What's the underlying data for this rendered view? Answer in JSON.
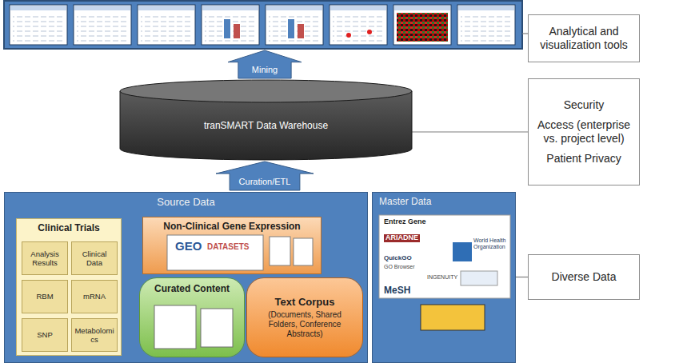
{
  "diagram": {
    "nodes": [
      {
        "text": [
          "Mining"
        ]
      },
      {
        "text": [
          "Analytical and visualization tools"
        ]
      },
      {
        "text": [
          "tranSMART Data Warehouse"
        ]
      },
      {
        "text": [
          "Security",
          "Access (enterprise vs. project level)",
          "Patient Privacy"
        ]
      },
      {
        "text": [
          "Curation/ETL"
        ]
      },
      {
        "text": [
          "Source Data"
        ]
      },
      {
        "text": [
          "Clinical Trials"
        ],
        "in": 5
      },
      {
        "text": [
          "Analysis Results"
        ],
        "in": 6
      },
      {
        "text": [
          "Clinical Data"
        ],
        "in": 6
      },
      {
        "text": [
          "RBM"
        ],
        "in": 6
      },
      {
        "text": [
          "mRNA"
        ],
        "in": 6
      },
      {
        "text": [
          "SNP"
        ],
        "in": 6
      },
      {
        "text": [
          "Metabolomics"
        ],
        "in": 6
      },
      {
        "text": [
          "Non-Clinical Gene Expression"
        ],
        "in": 5
      },
      {
        "text": [
          "Curated Content"
        ],
        "in": 5
      },
      {
        "text": [
          "Text Corpus",
          "(Documents, Shared Folders, Conference Abstracts)"
        ],
        "in": 5
      },
      {
        "text": [
          "Master Data"
        ]
      },
      {
        "text": [
          "Diverse Data"
        ]
      }
    ],
    "edges": [
      {
        "from": 2,
        "to": 3,
        "arrow": "none"
      },
      {
        "from": 16,
        "to": 17,
        "arrow": "none"
      }
    ],
    "labels": [
      "GEO",
      "DATASETS",
      "Entrez Gene",
      "ARIADNE",
      "World Health Organization",
      "QuickGO",
      "GO Browser",
      "INGENUITY",
      "MeSH"
    ]
  }
}
